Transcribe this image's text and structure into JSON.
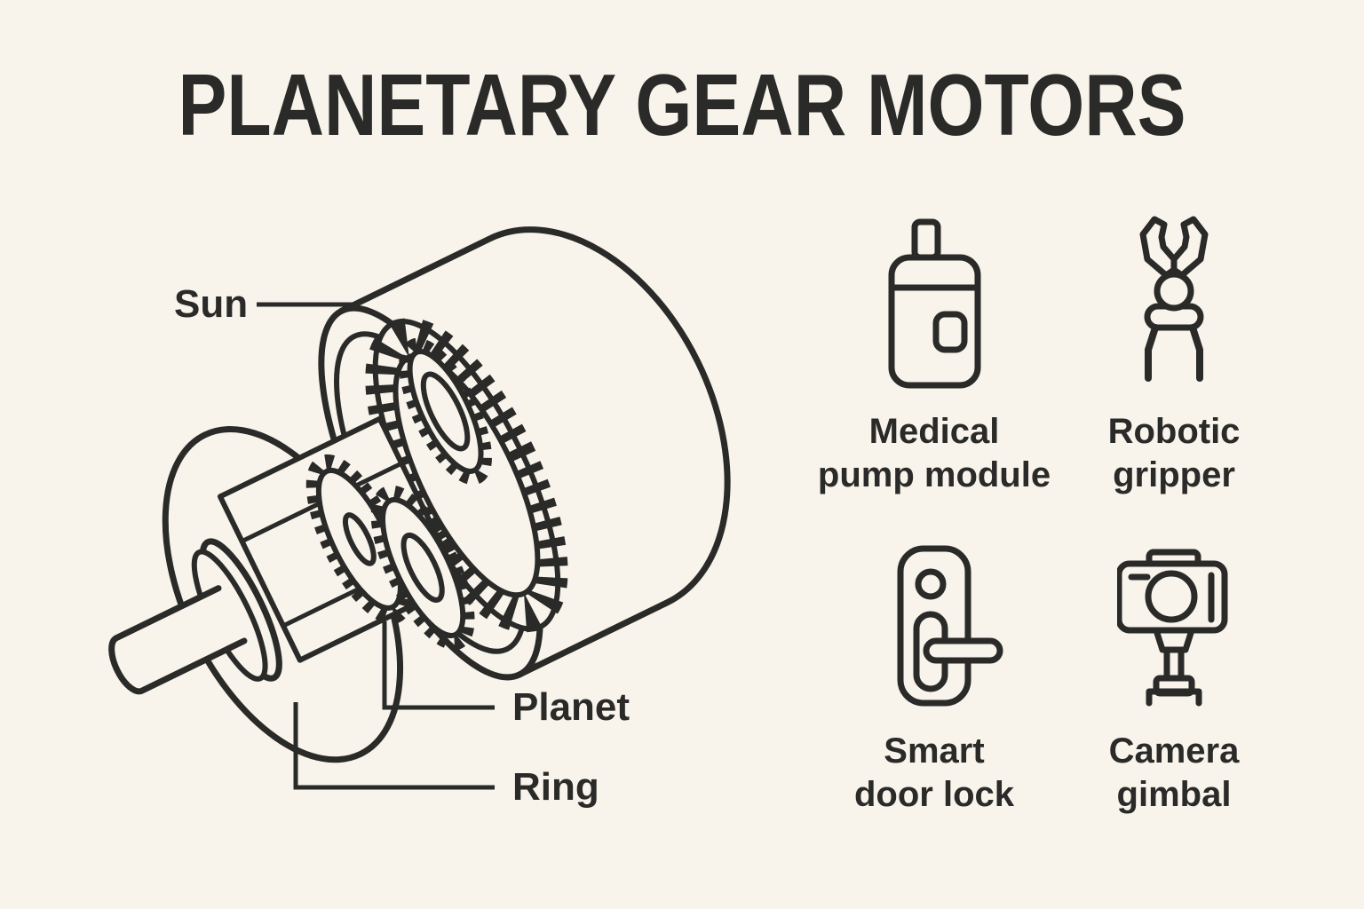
{
  "title": "PLANETARY GEAR MOTORS",
  "diagram": {
    "sun_label": "Sun",
    "planet_label": "Planet",
    "ring_label": "Ring"
  },
  "applications": [
    {
      "icon": "medical-pump-icon",
      "line1": "Medical",
      "line2": "pump module"
    },
    {
      "icon": "robotic-gripper-icon",
      "line1": "Robotic",
      "line2": "gripper"
    },
    {
      "icon": "smart-door-lock-icon",
      "line1": "Smart",
      "line2": "door lock"
    },
    {
      "icon": "camera-gimbal-icon",
      "line1": "Camera",
      "line2": "gimbal"
    }
  ],
  "colors": {
    "background": "#F8F4EC",
    "ink": "#2A2A28"
  }
}
